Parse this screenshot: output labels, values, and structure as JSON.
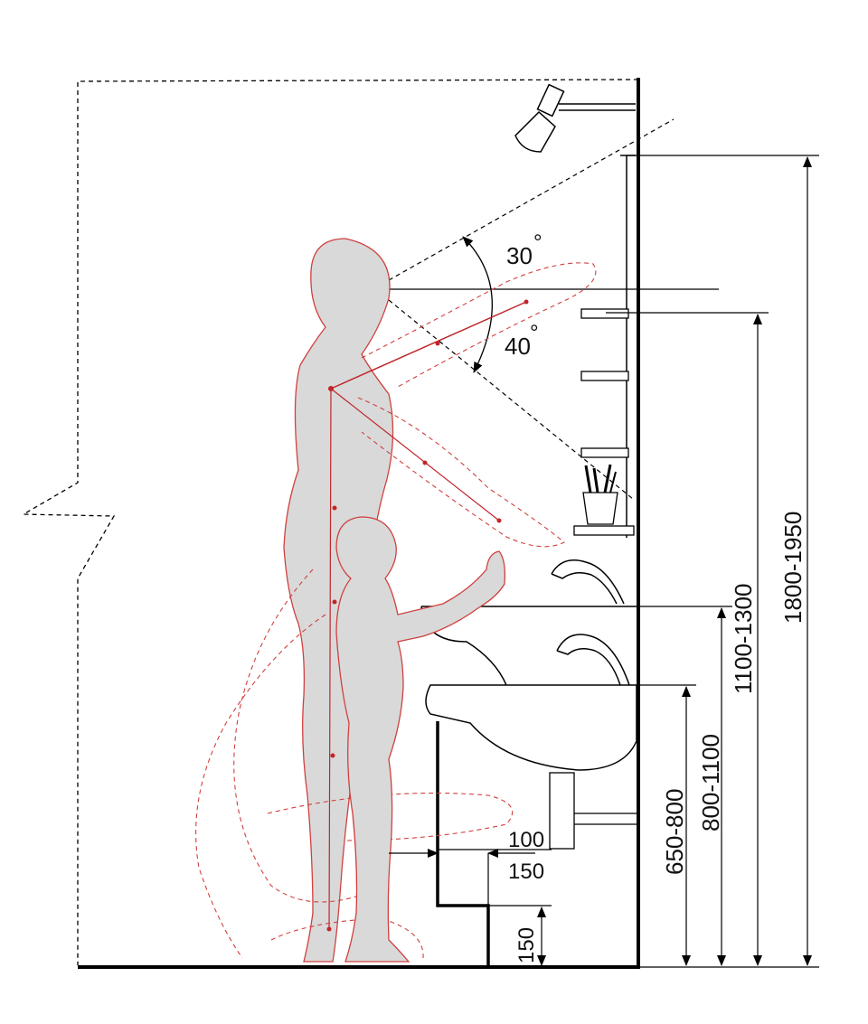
{
  "colors": {
    "line": "#000000",
    "figure_fill": "#d9d9d9",
    "figure_stroke": "#d0403f",
    "reach_stroke": "#c0262a"
  },
  "icons": [
    "lamp-icon",
    "toothbrush-cup-icon",
    "faucet-icon"
  ],
  "angles": {
    "upper": "30",
    "lower": "40",
    "degree": "°"
  },
  "dimensions": {
    "mirror_top": "1800-1950",
    "shelf_height": "1100-1300",
    "child_basin": "800-1100",
    "adult_basin": "650-800",
    "toe_recess_depth_top": "100",
    "toe_recess_depth_bottom": "150",
    "toe_recess_height": "150"
  }
}
